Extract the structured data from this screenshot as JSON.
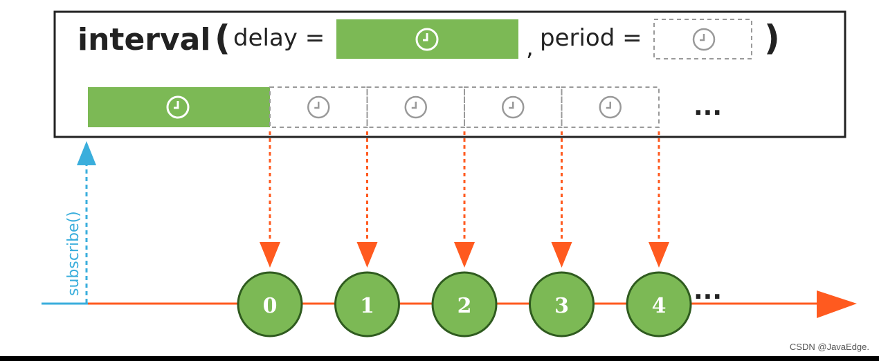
{
  "operator": {
    "name": "interval",
    "open_paren": "(",
    "close_paren": ")",
    "delay_label": "delay =",
    "comma": ",",
    "period_label": "period ="
  },
  "timeline_ellipsis": "...",
  "subscribe_label": "subscribe()",
  "emissions": [
    "0",
    "1",
    "2",
    "3",
    "4"
  ],
  "emissions_ellipsis": "...",
  "watermark": "CSDN @JavaEdge.",
  "colors": {
    "green": "#7cb955",
    "green_dark": "#2f5b1f",
    "orange": "#ff5a1f",
    "blue": "#3aaedc",
    "gray_dash": "#999999"
  },
  "icons": {
    "delay": "clock-icon",
    "period": "clock-icon"
  }
}
